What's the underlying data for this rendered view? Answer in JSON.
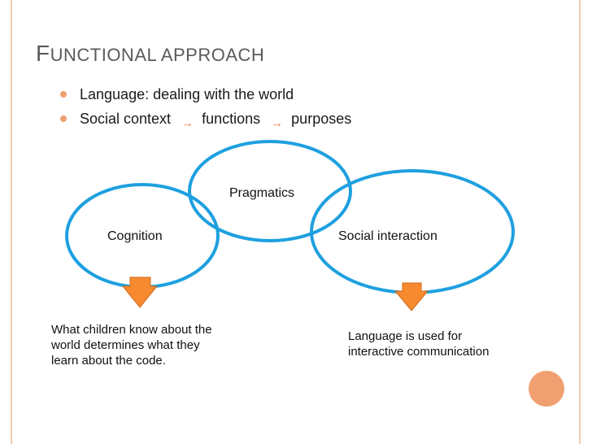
{
  "slide": {
    "title_first": "F",
    "title_rest": "UNCTIONAL APPROACH",
    "bullets": [
      {
        "text": "Language: dealing with the world"
      },
      {
        "parts": [
          "Social context",
          "functions",
          "purposes"
        ]
      }
    ]
  },
  "diagram": {
    "circles": [
      {
        "label": "Pragmatics"
      },
      {
        "label": "Cognition"
      },
      {
        "label": "Social interaction"
      }
    ],
    "notes": {
      "cognition": [
        "What children know about the",
        "world determines what they",
        "learn about the code."
      ],
      "social": [
        "Language is used for",
        "interactive communication"
      ]
    }
  },
  "colors": {
    "circle_stroke": "#1ea0e0",
    "arrow_fill": "#f7892f",
    "accent": "#f0a070",
    "frame": "#f2c9b3"
  },
  "icons": {
    "bullet": "filled-circle",
    "inline_arrow": "right-arrow",
    "down_arrow": "down-arrow-icon"
  }
}
